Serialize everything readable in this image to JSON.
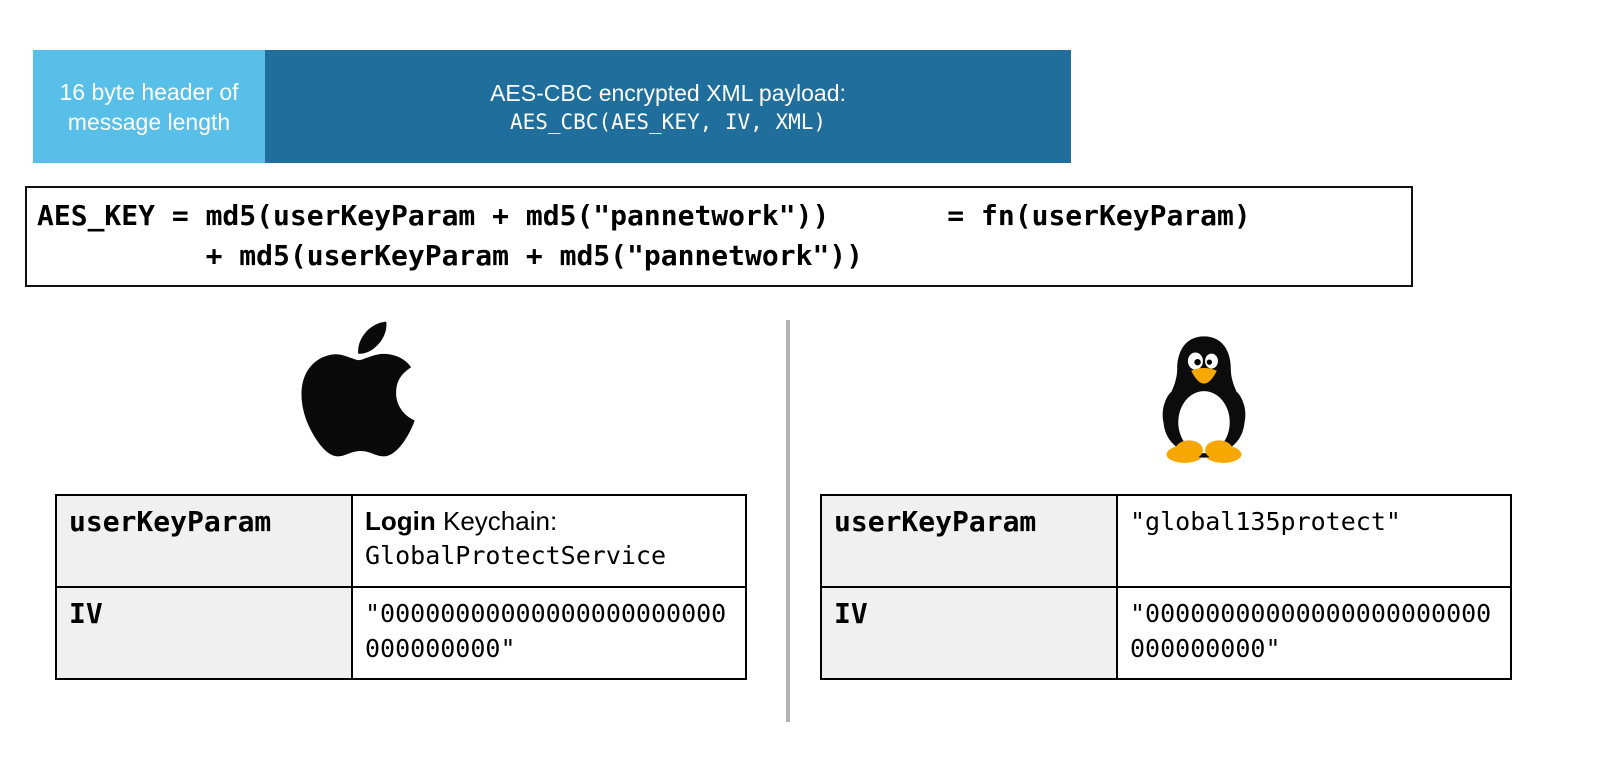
{
  "payload_diagram": {
    "header_box": {
      "label": "16 byte header of\nmessage length",
      "bg_color": "#58BFE8"
    },
    "payload_box": {
      "title": "AES-CBC encrypted XML payload:",
      "formula": "AES_CBC(AES_KEY, IV, XML)",
      "bg_color": "#1F6E9C"
    }
  },
  "key_formula": {
    "line1": "AES_KEY = md5(userKeyParam + md5(\"pannetwork\"))       = fn(userKeyParam)",
    "line2": "          + md5(userKeyParam + md5(\"pannetwork\"))"
  },
  "macos": {
    "icon": "apple-logo",
    "table": {
      "param_key": "userKeyParam",
      "param_value_login": "Login",
      "param_value_keychain": " Keychain:",
      "param_value_service": "GlobalProtectService",
      "iv_key": "IV",
      "iv_value": "\"00000000000000000000000000000000\""
    }
  },
  "linux": {
    "icon": "tux-penguin",
    "table": {
      "param_key": "userKeyParam",
      "param_value": "\"global135protect\"",
      "iv_key": "IV",
      "iv_value": "\"00000000000000000000000000000000\""
    }
  },
  "colors": {
    "light_blue": "#58BFE8",
    "dark_blue": "#1F6E9C",
    "key_cell_bg": "#F0F0F0",
    "divider_gray": "#B3B3B3",
    "tux_accent": "#F6A800"
  }
}
